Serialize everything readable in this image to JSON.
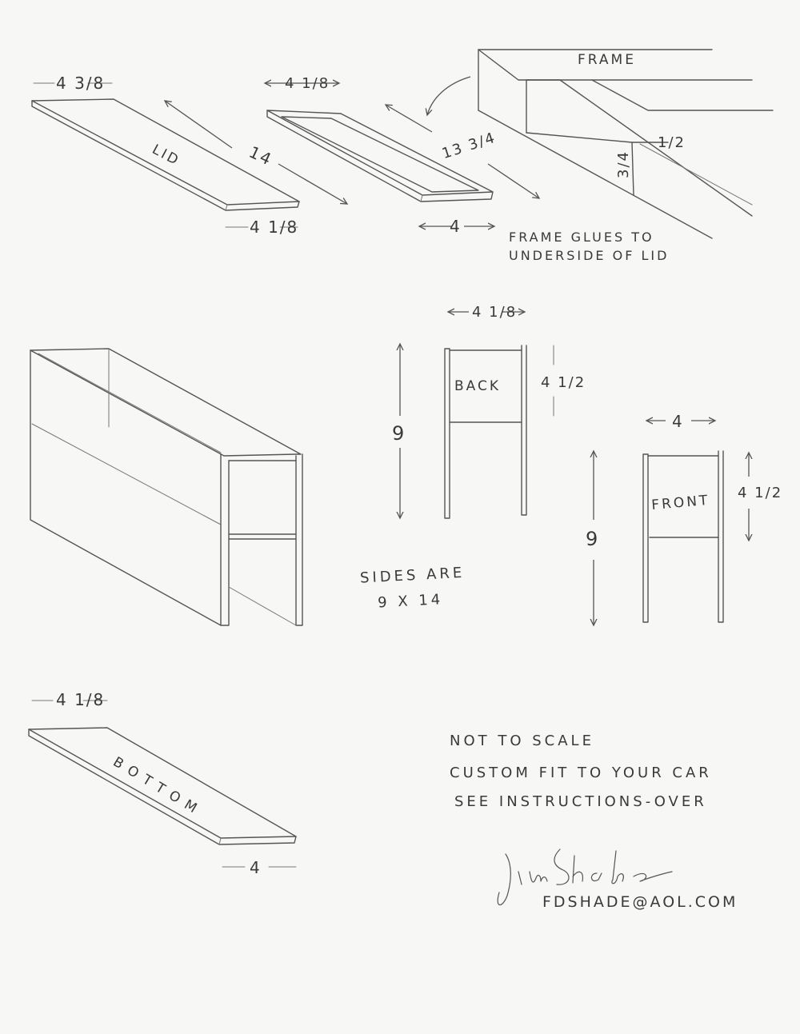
{
  "lid": {
    "label": "LID",
    "top_width": "4 3/8",
    "length": "14",
    "bottom_width": "4 1/8"
  },
  "frame_piece": {
    "top_width": "4 1/8",
    "length": "13 3/4",
    "bottom_width": "4"
  },
  "frame_detail": {
    "label": "FRAME",
    "dim_a": "1/2",
    "dim_b": "3/4",
    "note_line1": "FRAME GLUES TO",
    "note_line2": "UNDERSIDE OF LID"
  },
  "back": {
    "label": "BACK",
    "width": "4 1/8",
    "height": "9",
    "panel_height": "4 1/2"
  },
  "front": {
    "label": "FRONT",
    "width": "4",
    "height": "9",
    "panel_height": "4 1/2"
  },
  "sides_note": {
    "line1": "SIDES ARE",
    "line2": "9 X 14"
  },
  "bottom": {
    "label": "BOTTOM",
    "top_width": "4 1/8",
    "bottom_width": "4"
  },
  "notes": [
    "NOT TO SCALE",
    "CUSTOM FIT TO YOUR CAR",
    "SEE INSTRUCTIONS-OVER"
  ],
  "signature": "Jim Shade",
  "email": "FDSHADE@AOL.COM"
}
